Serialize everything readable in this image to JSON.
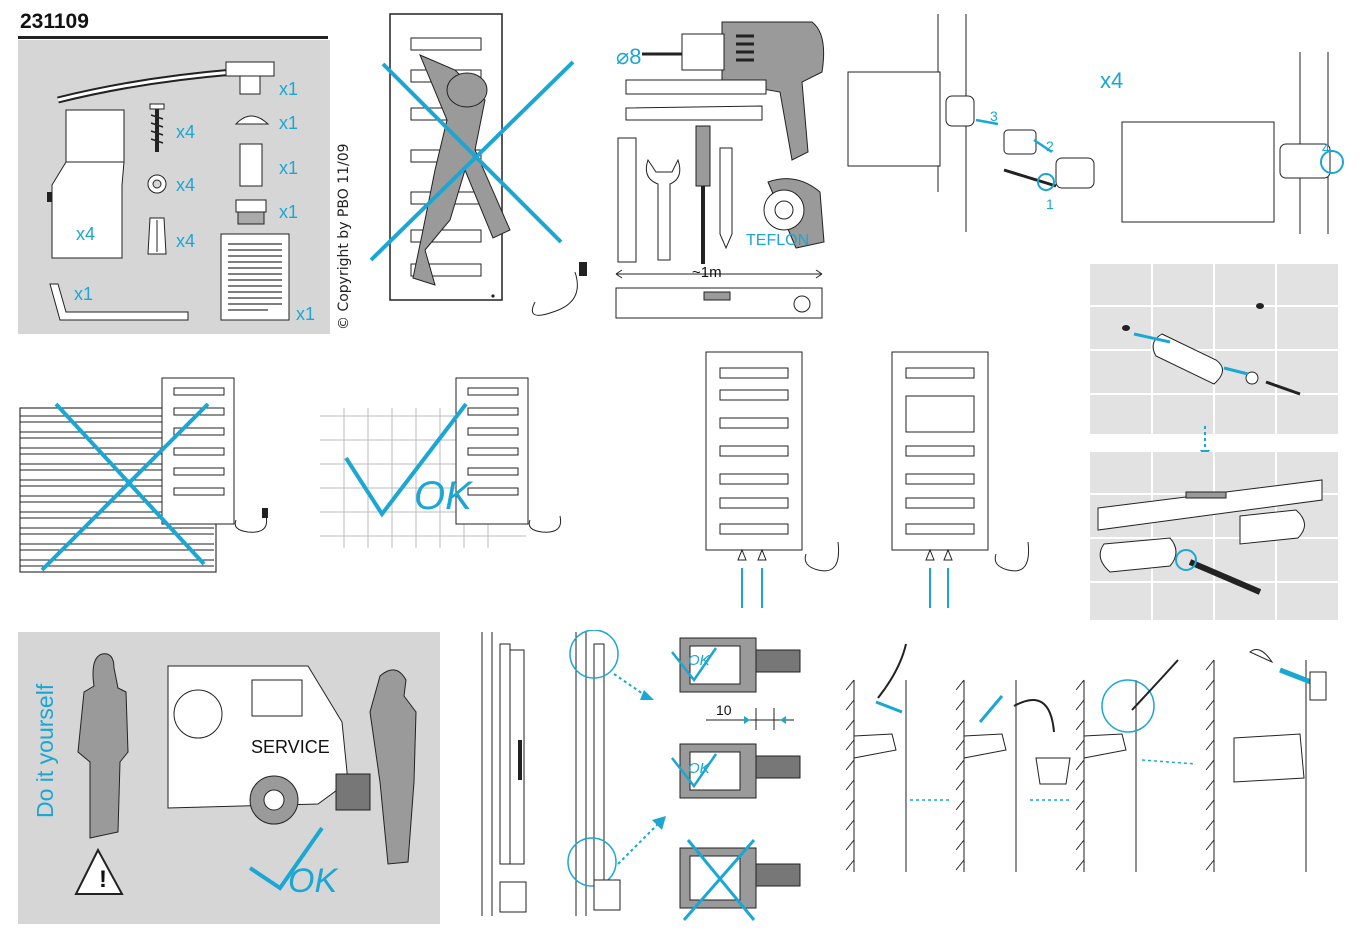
{
  "header": {
    "doc_id": "231109"
  },
  "copyright": "© Copyright by PBO 11/09",
  "kit": {
    "qty_x1": "x1",
    "qty_x4": "x4"
  },
  "tools": {
    "drill_diameter": "⌀8",
    "level_length": "~1m",
    "tape_label": "TEFLON"
  },
  "mounting": {
    "repeat_count": "x4",
    "steps": [
      "1",
      "2",
      "3",
      "4"
    ]
  },
  "wall_panel": {
    "ok_text": "OK"
  },
  "dimension": {
    "value": "10"
  },
  "service_panel": {
    "do_it_yourself": "Do it yourself",
    "service_label": "SERVICE",
    "ok_text": "OK",
    "warning_symbol": "!"
  },
  "colors": {
    "accent": "#1aa7d3",
    "panel_gray": "#d6d6d6",
    "line": "#222222"
  }
}
